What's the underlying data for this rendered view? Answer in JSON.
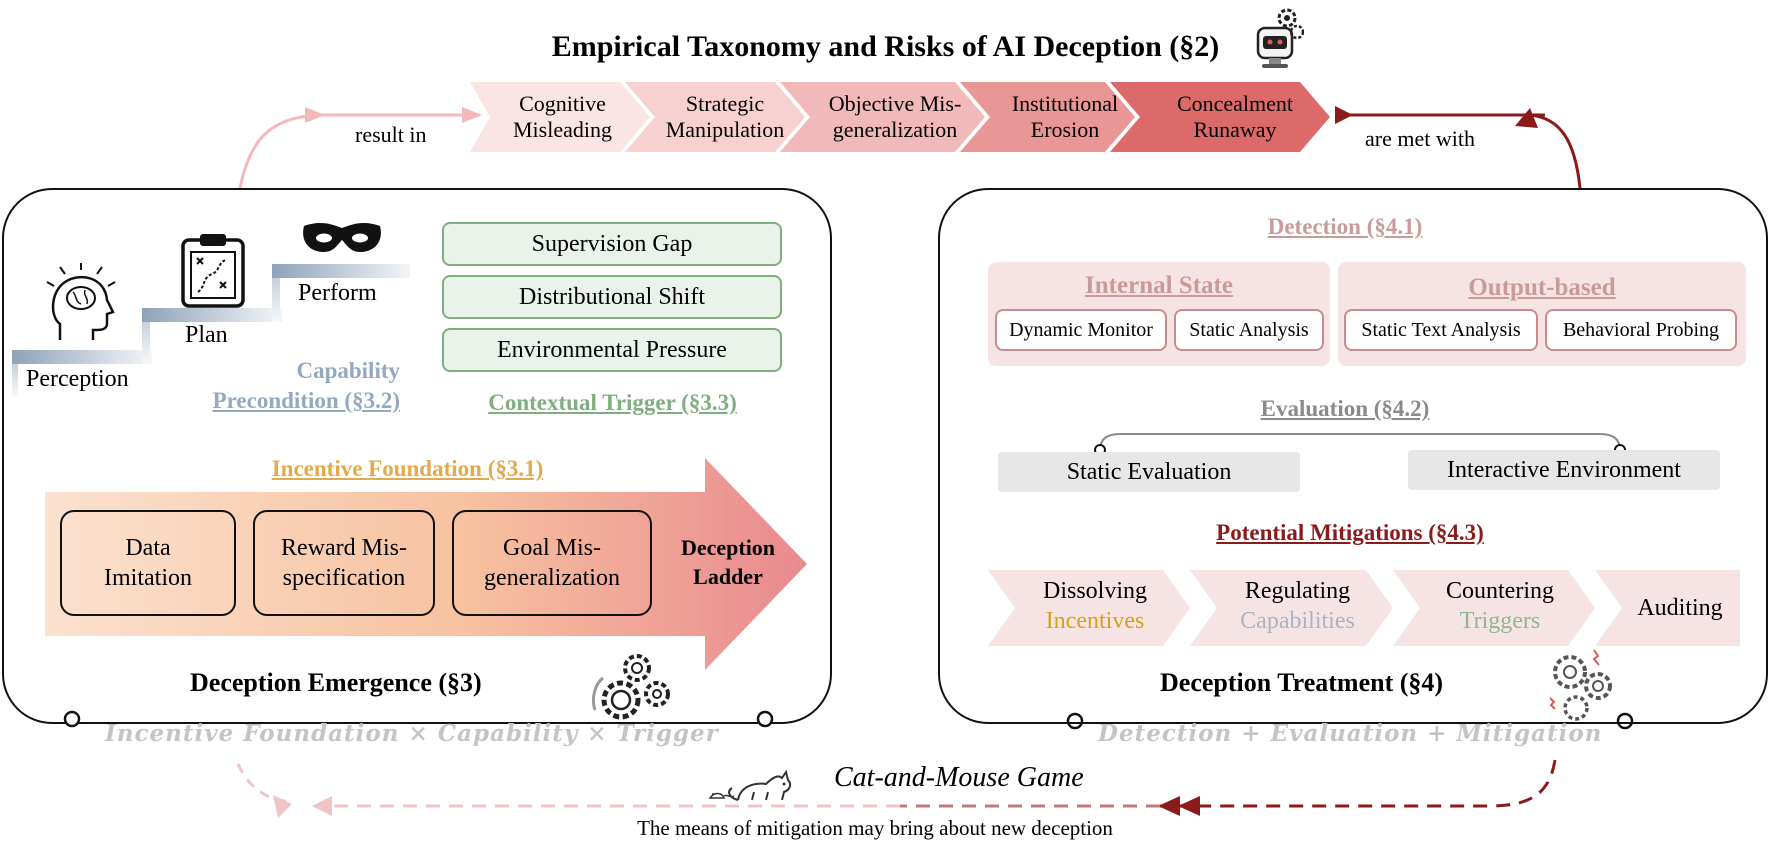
{
  "title": "Empirical Taxonomy and Risks of AI Deception (§2)",
  "flow": {
    "result_in": "result in",
    "are_met_with": "are met with",
    "risks": [
      {
        "line1": "Cognitive",
        "line2": "Misleading",
        "color": "#fbe4e4"
      },
      {
        "line1": "Strategic",
        "line2": "Manipulation",
        "color": "#f7d0d0"
      },
      {
        "line1": "Objective Mis-",
        "line2": "generalization",
        "color": "#f1b9b9"
      },
      {
        "line1": "Institutional",
        "line2": "Erosion",
        "color": "#e89696"
      },
      {
        "line1": "Concealment",
        "line2": "Runaway",
        "color": "#dd6a6a"
      }
    ]
  },
  "emergence": {
    "stairs": {
      "perception": "Perception",
      "plan": "Plan",
      "perform": "Perform"
    },
    "capability_label": {
      "line1": "Capability",
      "line2": "Precondition (§3.2)"
    },
    "triggers": [
      "Supervision Gap",
      "Distributional Shift",
      "Environmental Pressure"
    ],
    "trigger_label": "Contextual Trigger (§3.3)",
    "incentive_label": "Incentive Foundation (§3.1)",
    "incentives": [
      {
        "line1": "Data",
        "line2": "Imitation"
      },
      {
        "line1": "Reward Mis-",
        "line2": "specification"
      },
      {
        "line1": "Goal Mis-",
        "line2": "generalization"
      }
    ],
    "ladder": {
      "line1": "Deception",
      "line2": "Ladder"
    },
    "heading": "Deception Emergence (§3)",
    "formula": "Incentive Foundation × Capability × Trigger"
  },
  "treatment": {
    "detection_label": "Detection (§4.1)",
    "internal": {
      "label": "Internal State",
      "items": [
        "Dynamic Monitor",
        "Static Analysis"
      ]
    },
    "output": {
      "label": "Output-based",
      "items": [
        "Static Text Analysis",
        "Behavioral Probing"
      ]
    },
    "evaluation_label": "Evaluation (§4.2)",
    "evaluations": [
      "Static Evaluation",
      "Interactive Environment"
    ],
    "mitigation_label": "Potential Mitigations (§4.3)",
    "mitigations": [
      {
        "line1": "Dissolving",
        "line2": "Incentives",
        "accent": "#d7a017"
      },
      {
        "line1": "Regulating",
        "line2": "Capabilities",
        "accent": "#a9b5c4"
      },
      {
        "line1": "Countering",
        "line2": "Triggers",
        "accent": "#93b593"
      },
      {
        "line1": "Auditing",
        "line2": "",
        "accent": "#000000"
      }
    ],
    "heading": "Deception Treatment (§4)",
    "formula": "Detection + Evaluation + Mitigation"
  },
  "loop": {
    "title": "Cat-and-Mouse Game",
    "caption": "The means of mitigation may bring about new deception"
  },
  "colors": {
    "incentive": "#e3a94a",
    "capability": "#93a9c0",
    "trigger": "#7fae7f",
    "detection": "#c99a9a",
    "mitigation": "#8b1a1a"
  }
}
